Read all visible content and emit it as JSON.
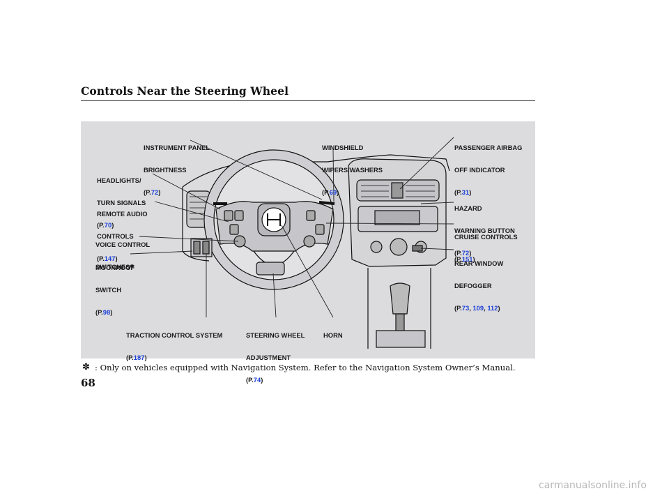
{
  "title": "Controls Near the Steering Wheel",
  "labels": {
    "instrument_panel": {
      "line1": "INSTRUMENT PANEL",
      "line2": "BRIGHTNESS",
      "page": "72"
    },
    "windshield": {
      "line1": "WINDSHIELD",
      "line2": "WIPERS/WASHERS",
      "page": "69"
    },
    "passenger_airbag": {
      "line1": "PASSENGER AIRBAG",
      "line2": "OFF INDICATOR",
      "page": "31"
    },
    "headlights": {
      "line1": "HEADLIGHTS/",
      "line2": "TURN SIGNALS",
      "page": "70"
    },
    "remote_audio": {
      "line1": "REMOTE AUDIO",
      "line2": "CONTROLS",
      "page": "147"
    },
    "voice_control": {
      "line1": "VOICE CONTROL",
      "line2": "SWITCHES",
      "star": "✽"
    },
    "moonroof": {
      "line1": "MOONROOF",
      "line2": "SWITCH",
      "page": "98"
    },
    "hazard": {
      "line1": "HAZARD",
      "line2": "WARNING BUTTON",
      "page": "72"
    },
    "cruise": {
      "line1": "CRUISE CONTROLS",
      "page": "151"
    },
    "rear_window": {
      "line1": "REAR WINDOW",
      "line2": "DEFOGGER",
      "page1": "73",
      "page2": "109",
      "page3": "112"
    },
    "traction": {
      "line1": "TRACTION CONTROL SYSTEM",
      "page": "187"
    },
    "steering_adj": {
      "line1": "STEERING WHEEL",
      "line2": "ADJUSTMENT",
      "page": "74"
    },
    "horn": {
      "line1": "HORN"
    }
  },
  "page_prefix": "(P.",
  "page_suffix": ")",
  "sep": ", ",
  "footnote": {
    "star": "✽",
    "text": ": Only on vehicles equipped with Navigation System. Refer to the Navigation System Owner’s Manual."
  },
  "page_number": "68",
  "watermark": "carmanualsonline.info",
  "colors": {
    "panel": "#dcdcdf",
    "page_link": "#1a3fd6"
  }
}
